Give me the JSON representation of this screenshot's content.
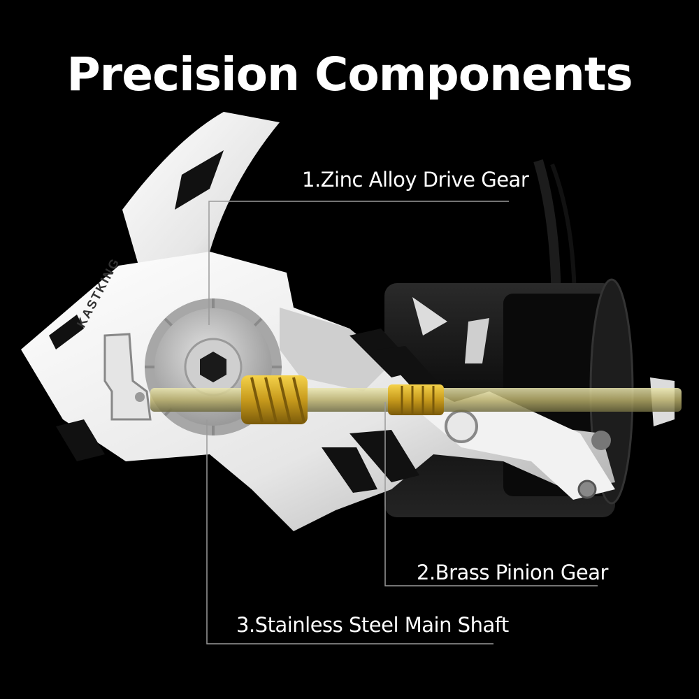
{
  "title": "Precision Components",
  "brand": "KASTKING",
  "callouts": [
    {
      "label": "1.Zinc Alloy Drive Gear"
    },
    {
      "label": "2.Brass Pinion Gear"
    },
    {
      "label": "3.Stainless Steel Main Shaft"
    }
  ],
  "colors": {
    "background": "#000000",
    "body": "#eeeeee",
    "gear": "#b9b9b9",
    "pinion": "#c9a024",
    "shaft": "#c8c07a",
    "spool": "#161616",
    "callout_line": "#9a9a9a"
  }
}
